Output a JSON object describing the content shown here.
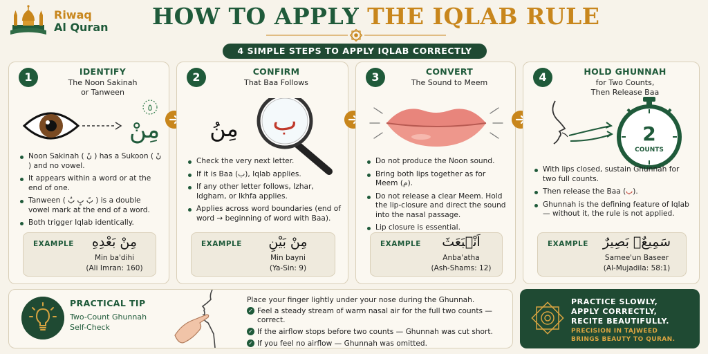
{
  "brand": {
    "line1": "Riwaq",
    "line2": "Al Quran"
  },
  "title": {
    "part1": "HOW TO APPLY ",
    "part2": "THE IQLAB RULE"
  },
  "subtitle": "4 SIMPLE STEPS TO APPLY IQLAB CORRECTLY",
  "colors": {
    "primary": "#1f5a3a",
    "accent": "#c8861c",
    "dark": "#1f4a33",
    "background": "#f7f3ea",
    "highlight": "#c0392b"
  },
  "steps": [
    {
      "number": "1",
      "title": "IDENTIFY",
      "sub": [
        "The Noon Sakinah",
        "or Tanween"
      ],
      "illustration": {
        "icon": "eye-icon",
        "arabic": "مِنْ",
        "numeral": "٥"
      },
      "bullets": [
        "Noon Sakinah ( نْ ) has a Sukoon ( نْ ) and no vowel.",
        "It appears within a word or at the end of one.",
        "Tanween ( بً بٍ بٌ ) is a double vowel mark at the end of a word.",
        "Both trigger Iqlab identically."
      ],
      "example": {
        "label": "EXAMPLE",
        "arabic": "مِنْ بَعْدِهِ",
        "translit": "Min ba'dihi",
        "ref": "(Ali Imran: 160)"
      }
    },
    {
      "number": "2",
      "title": "CONFIRM",
      "sub": [
        "That Baa Follows"
      ],
      "illustration": {
        "icon": "magnifier-icon",
        "arabic": "مِنُ",
        "letter": "ب"
      },
      "bullets": [
        "Check the very next letter.",
        "If it is Baa (ب), Iqlab applies.",
        "If any other letter follows, Izhar, Idgham, or Ikhfa applies.",
        "Applies across word boundaries (end of word → beginning of word with Baa)."
      ],
      "example": {
        "label": "EXAMPLE",
        "arabic": "مِنْ بَيْنِ",
        "translit": "Min bayni",
        "ref": "(Ya-Sin: 9)"
      }
    },
    {
      "number": "3",
      "title": "CONVERT",
      "sub": [
        "The Sound to Meem"
      ],
      "illustration": {
        "icon": "lips-icon"
      },
      "bullets": [
        "Do not produce the Noon sound.",
        "Bring both lips together as for Meem (م).",
        "Do not release a clear Meem. Hold the lip-closure and direct the sound into the nasal passage.",
        "Lip closure is essential."
      ],
      "example": {
        "label": "EXAMPLE",
        "arabic": "اَنْۢبَعَثَ",
        "translit": "Anba'atha",
        "ref": "(Ash-Shams: 12)"
      }
    },
    {
      "number": "4",
      "title": "HOLD GHUNNAH",
      "sub": [
        "for Two Counts,",
        "Then Release Baa"
      ],
      "illustration": {
        "icon": "stopwatch-icon",
        "count": "2",
        "count_label": "COUNTS"
      },
      "bullets": [
        "With lips closed, sustain Ghunnah for two full counts.",
        "Then release the Baa (ب).",
        "Ghunnah is the defining feature of Iqlab — without it, the rule is not applied."
      ],
      "example": {
        "label": "EXAMPLE",
        "arabic": "سَمِيعٌۢ بَصِيرٌ",
        "translit": "Samee'un Baseer",
        "ref": "(Al-Mujadila: 58:1)"
      }
    }
  ],
  "tip": {
    "title": "PRACTICAL TIP",
    "sub": [
      "Two-Count Ghunnah",
      "Self-Check"
    ],
    "intro": "Place your finger lightly under your nose during the Ghunnah.",
    "checks": [
      "Feel a steady stream of warm nasal air for the full two counts — correct.",
      "If the airflow stops before two counts — Ghunnah was cut short.",
      "If you feel no airflow — Ghunnah was omitted."
    ]
  },
  "motto": {
    "main": [
      "PRACTICE SLOWLY,",
      "APPLY CORRECTLY,",
      "RECITE BEAUTIFULLY."
    ],
    "sub": [
      "PRECISION IN TAJWEED",
      "BRINGS BEAUTY TO QURAN."
    ]
  }
}
